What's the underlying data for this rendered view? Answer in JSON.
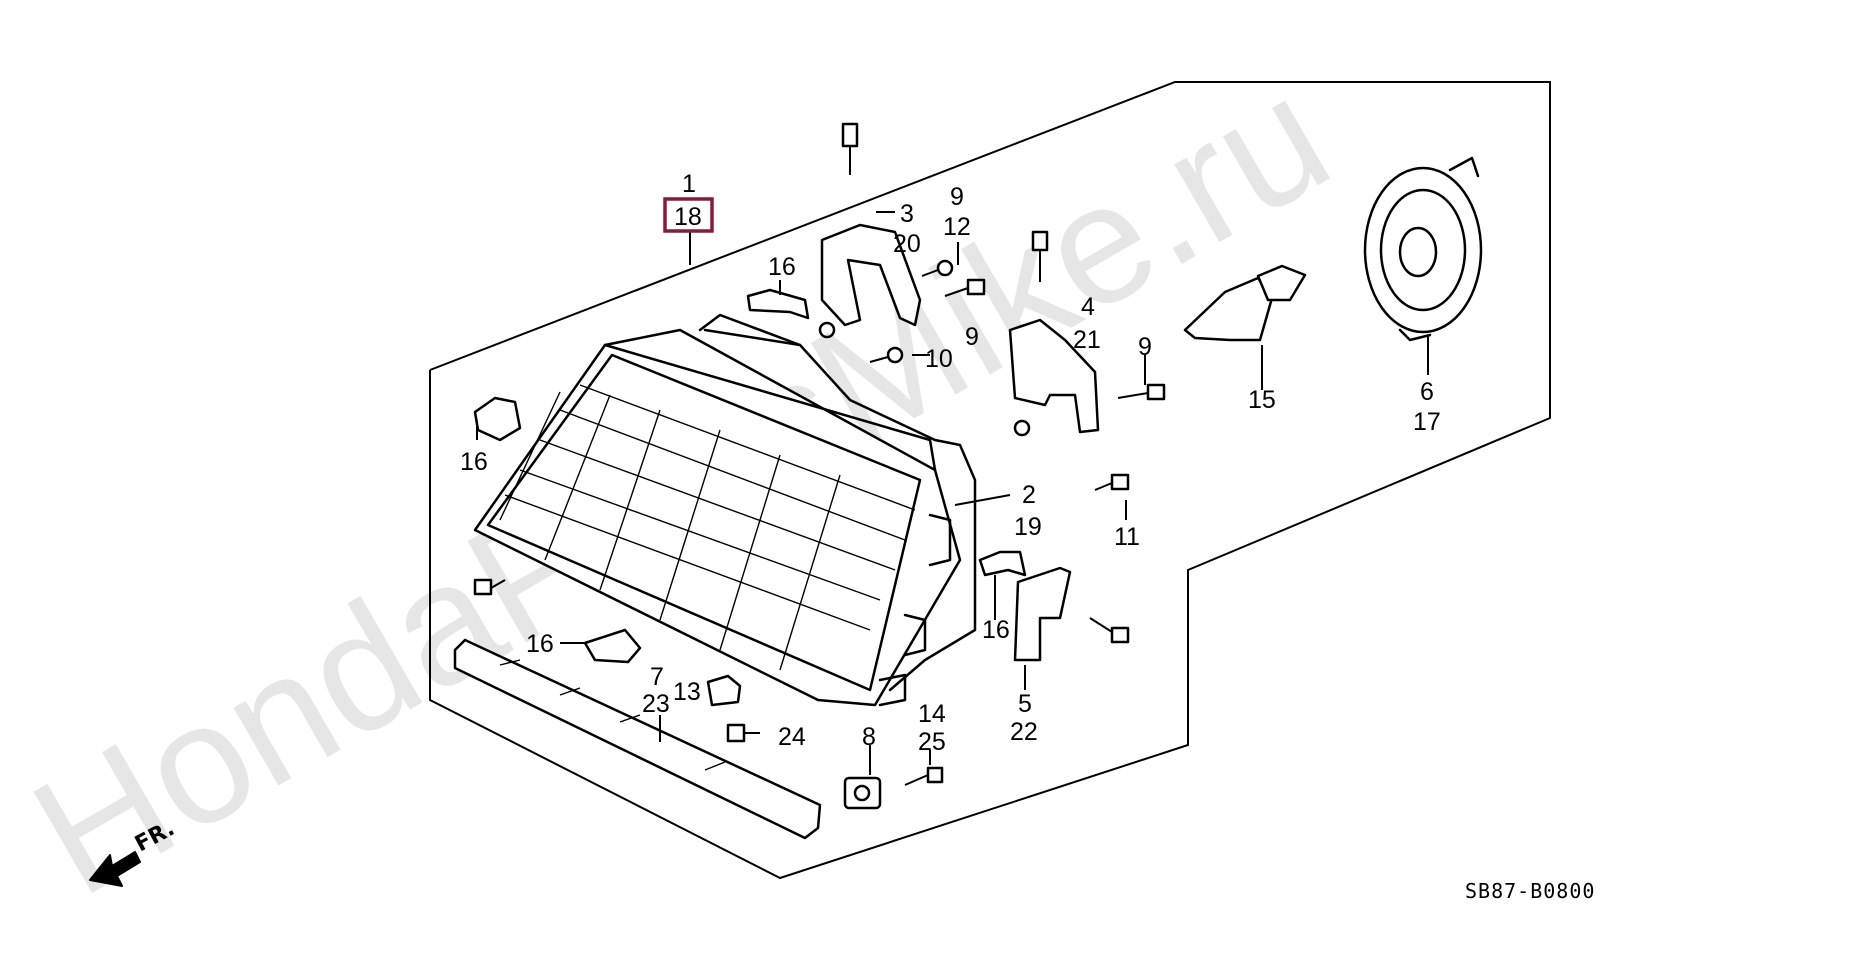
{
  "watermark": "HondaPartsMike.ru",
  "diagram_code": "SB87-B0800",
  "direction_label": "FR.",
  "highlight_color": "#8b1a3a",
  "callouts": {
    "c1": "1",
    "c18": "18",
    "c3": "3",
    "c20": "20",
    "c16a": "16",
    "c16b": "16",
    "c16c": "16",
    "c16d": "16",
    "c9a": "9",
    "c12": "12",
    "c9b": "9",
    "c10": "10",
    "c4": "4",
    "c21": "21",
    "c9c": "9",
    "c15": "15",
    "c6": "6",
    "c17": "17",
    "c2": "2",
    "c19": "19",
    "c11": "11",
    "c5": "5",
    "c22": "22",
    "c7": "7",
    "c23": "23",
    "c13": "13",
    "c24": "24",
    "c8": "8",
    "c14": "14",
    "c25": "25"
  }
}
